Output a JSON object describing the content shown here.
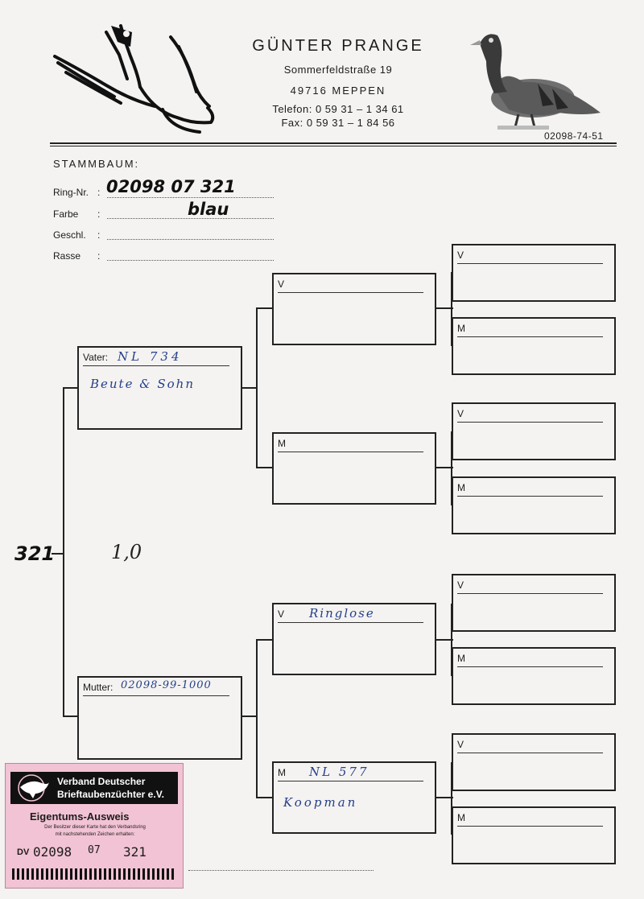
{
  "header": {
    "breeder_name": "GÜNTER PRANGE",
    "street": "Sommerfeldstraße 19",
    "city": "49716 MEPPEN",
    "phone": "Telefon: 0 59 31 – 1 34 61",
    "fax": "Fax: 0 59 31 – 1 84 56",
    "ring_code": "02098-74-51"
  },
  "stammbaum": {
    "title": "STAMMBAUM:",
    "fields": [
      {
        "label": "Ring-Nr.",
        "value": "02098 07 321"
      },
      {
        "label": "Farbe",
        "value": "blau"
      },
      {
        "label": "Geschl.",
        "value": ""
      },
      {
        "label": "Rasse",
        "value": ""
      }
    ]
  },
  "pedigree": {
    "subject_mark": "321",
    "note": "1,0",
    "father": {
      "label": "Vater:",
      "ring": "NL 734",
      "owner": "Beute & Sohn"
    },
    "mother": {
      "label": "Mutter:",
      "ring": "02098-99-1000",
      "owner": ""
    },
    "grandparents": [
      {
        "label": "V",
        "ring": "",
        "owner": ""
      },
      {
        "label": "M",
        "ring": "",
        "owner": ""
      },
      {
        "label": "V",
        "ring": "Ringlose",
        "owner": ""
      },
      {
        "label": "M",
        "ring": "NL 577",
        "owner": "Koopman"
      }
    ],
    "great_grandparents": [
      {
        "label": "V"
      },
      {
        "label": "M"
      },
      {
        "label": "V"
      },
      {
        "label": "M"
      },
      {
        "label": "V"
      },
      {
        "label": "M"
      },
      {
        "label": "V"
      },
      {
        "label": "M"
      }
    ]
  },
  "card": {
    "org_line1": "Verband Deutscher",
    "org_line2": "Brieftaubenzüchter e.V.",
    "title": "Eigentums-Ausweis",
    "note_line1": "Der Besitzer dieser Karte hat den Verbandsring",
    "note_line2": "mit nachstehenden Zeichen erhalten:",
    "prefix": "DV",
    "club": "02098",
    "year": "07",
    "number": "321"
  }
}
